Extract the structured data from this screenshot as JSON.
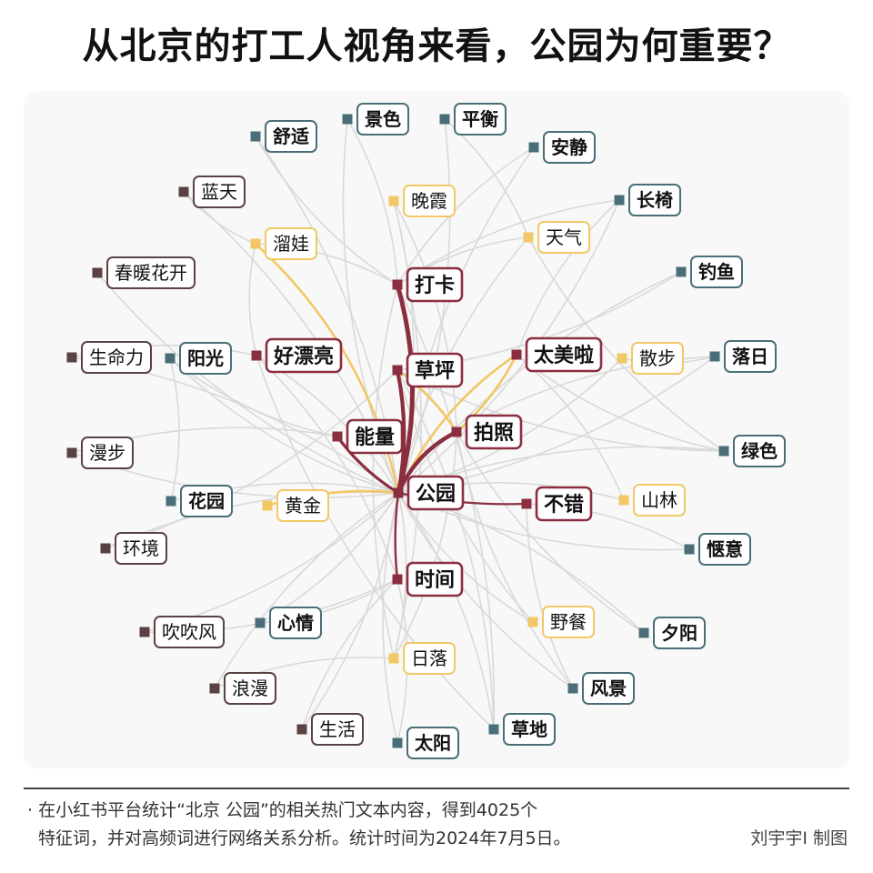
{
  "title": "从北京的打工人视角来看，公园为何重要？",
  "note_line1": "· 在小红书平台统计“北京 公园”的相关热门文本内容，得到4025个",
  "note_line2": "特征词，并对高频词进行网络关系分析。统计时间为2024年7月5日。",
  "credit": "刘宇宇I 制图",
  "colors": {
    "core": "#8b2e3f",
    "yellow": "#f2c866",
    "teal": "#4a6e78",
    "brown": "#5a4242",
    "edge": "#d9d9d9"
  },
  "nodes": [
    {
      "id": "gongyuan",
      "label": "公园",
      "group": "core",
      "center": true
    },
    {
      "id": "daka",
      "label": "打卡",
      "group": "core"
    },
    {
      "id": "caoping",
      "label": "草坪",
      "group": "core"
    },
    {
      "id": "nengliang",
      "label": "能量",
      "group": "core"
    },
    {
      "id": "paizhao",
      "label": "拍照",
      "group": "core"
    },
    {
      "id": "haopiaoliang",
      "label": "好漂亮",
      "group": "core"
    },
    {
      "id": "taimeila",
      "label": "太美啦",
      "group": "core"
    },
    {
      "id": "bucuo",
      "label": "不错",
      "group": "core"
    },
    {
      "id": "shijian",
      "label": "时间",
      "group": "core"
    },
    {
      "id": "wanxia",
      "label": "晚霞",
      "group": "yellow"
    },
    {
      "id": "liuwa",
      "label": "溜娃",
      "group": "yellow"
    },
    {
      "id": "tianqi",
      "label": "天气",
      "group": "yellow"
    },
    {
      "id": "sanbu",
      "label": "散步",
      "group": "yellow"
    },
    {
      "id": "huangjin",
      "label": "黄金",
      "group": "yellow"
    },
    {
      "id": "shanlin",
      "label": "山林",
      "group": "yellow"
    },
    {
      "id": "yecan",
      "label": "野餐",
      "group": "yellow"
    },
    {
      "id": "riluo",
      "label": "日落",
      "group": "yellow"
    },
    {
      "id": "shushi",
      "label": "舒适",
      "group": "teal"
    },
    {
      "id": "jingse",
      "label": "景色",
      "group": "teal"
    },
    {
      "id": "pingheng",
      "label": "平衡",
      "group": "teal"
    },
    {
      "id": "anjing",
      "label": "安静",
      "group": "teal"
    },
    {
      "id": "changyi",
      "label": "长椅",
      "group": "teal"
    },
    {
      "id": "diaoyu",
      "label": "钓鱼",
      "group": "teal"
    },
    {
      "id": "luori",
      "label": "落日",
      "group": "teal"
    },
    {
      "id": "lvse",
      "label": "绿色",
      "group": "teal"
    },
    {
      "id": "qieyi",
      "label": "惬意",
      "group": "teal"
    },
    {
      "id": "xiyang",
      "label": "夕阳",
      "group": "teal"
    },
    {
      "id": "fengjing",
      "label": "风景",
      "group": "teal"
    },
    {
      "id": "caodi",
      "label": "草地",
      "group": "teal"
    },
    {
      "id": "taiyang",
      "label": "太阳",
      "group": "teal"
    },
    {
      "id": "xinqing",
      "label": "心情",
      "group": "teal"
    },
    {
      "id": "huayuan",
      "label": "花园",
      "group": "teal"
    },
    {
      "id": "yangguang",
      "label": "阳光",
      "group": "teal"
    },
    {
      "id": "lantian",
      "label": "蓝天",
      "group": "brown"
    },
    {
      "id": "chunnuanhuakai",
      "label": "春暖花开",
      "group": "brown"
    },
    {
      "id": "shengmingli",
      "label": "生命力",
      "group": "brown"
    },
    {
      "id": "manbu",
      "label": "漫步",
      "group": "brown"
    },
    {
      "id": "huanjing",
      "label": "环境",
      "group": "brown"
    },
    {
      "id": "chuichuifeng",
      "label": "吹吹风",
      "group": "brown"
    },
    {
      "id": "langman",
      "label": "浪漫",
      "group": "brown"
    },
    {
      "id": "shenghuo",
      "label": "生活",
      "group": "brown"
    }
  ],
  "edges_core": [
    [
      "gongyuan",
      "daka"
    ],
    [
      "gongyuan",
      "caoping"
    ],
    [
      "gongyuan",
      "paizhao"
    ],
    [
      "gongyuan",
      "nengliang"
    ],
    [
      "gongyuan",
      "shijian"
    ],
    [
      "gongyuan",
      "bucuo"
    ]
  ],
  "edges_yellow": [
    [
      "gongyuan",
      "liuwa"
    ],
    [
      "gongyuan",
      "taimeila"
    ],
    [
      "gongyuan",
      "huangjin"
    ],
    [
      "paizhao",
      "taimeila"
    ],
    [
      "caoping",
      "paizhao"
    ]
  ],
  "edges_gray": [
    [
      "gongyuan",
      "shushi"
    ],
    [
      "gongyuan",
      "jingse"
    ],
    [
      "gongyuan",
      "pingheng"
    ],
    [
      "gongyuan",
      "anjing"
    ],
    [
      "gongyuan",
      "changyi"
    ],
    [
      "gongyuan",
      "diaoyu"
    ],
    [
      "gongyuan",
      "luori"
    ],
    [
      "gongyuan",
      "lvse"
    ],
    [
      "gongyuan",
      "qieyi"
    ],
    [
      "gongyuan",
      "xiyang"
    ],
    [
      "gongyuan",
      "fengjing"
    ],
    [
      "gongyuan",
      "caodi"
    ],
    [
      "gongyuan",
      "taiyang"
    ],
    [
      "gongyuan",
      "xinqing"
    ],
    [
      "gongyuan",
      "huayuan"
    ],
    [
      "gongyuan",
      "yangguang"
    ],
    [
      "gongyuan",
      "lantian"
    ],
    [
      "gongyuan",
      "chunnuanhuakai"
    ],
    [
      "gongyuan",
      "shengmingli"
    ],
    [
      "gongyuan",
      "manbu"
    ],
    [
      "gongyuan",
      "huanjing"
    ],
    [
      "gongyuan",
      "chuichuifeng"
    ],
    [
      "gongyuan",
      "langman"
    ],
    [
      "gongyuan",
      "shenghuo"
    ],
    [
      "gongyuan",
      "wanxia"
    ],
    [
      "gongyuan",
      "tianqi"
    ],
    [
      "gongyuan",
      "sanbu"
    ],
    [
      "gongyuan",
      "shanlin"
    ],
    [
      "gongyuan",
      "yecan"
    ],
    [
      "gongyuan",
      "riluo"
    ],
    [
      "gongyuan",
      "haopiaoliang"
    ],
    [
      "daka",
      "shushi"
    ],
    [
      "daka",
      "jingse"
    ],
    [
      "daka",
      "changyi"
    ],
    [
      "daka",
      "liuwa"
    ],
    [
      "daka",
      "tianqi"
    ],
    [
      "daka",
      "riluo"
    ],
    [
      "daka",
      "caodi"
    ],
    [
      "caoping",
      "yecan"
    ],
    [
      "caoping",
      "caodi"
    ],
    [
      "caoping",
      "lvse"
    ],
    [
      "caoping",
      "huanjing"
    ],
    [
      "paizhao",
      "wanxia"
    ],
    [
      "paizhao",
      "riluo"
    ],
    [
      "paizhao",
      "xiyang"
    ],
    [
      "paizhao",
      "luori"
    ],
    [
      "paizhao",
      "fengjing"
    ],
    [
      "taimeila",
      "changyi"
    ],
    [
      "taimeila",
      "lvse"
    ],
    [
      "taimeila",
      "shanlin"
    ],
    [
      "haopiaoliang",
      "shengmingli"
    ],
    [
      "haopiaoliang",
      "shijian"
    ],
    [
      "haopiaoliang",
      "caodi"
    ],
    [
      "nengliang",
      "yangguang"
    ],
    [
      "nengliang",
      "manbu"
    ],
    [
      "shijian",
      "taiyang"
    ],
    [
      "shijian",
      "shenghuo"
    ],
    [
      "shijian",
      "xinqing"
    ],
    [
      "bucuo",
      "fengjing"
    ],
    [
      "bucuo",
      "qieyi"
    ],
    [
      "liuwa",
      "haopiaoliang"
    ],
    [
      "wanxia",
      "riluo"
    ],
    [
      "tianqi",
      "lvse"
    ],
    [
      "yangguang",
      "huayuan"
    ],
    [
      "sanbu",
      "luori"
    ],
    [
      "pingheng",
      "tianqi"
    ],
    [
      "anjing",
      "daka"
    ],
    [
      "diaoyu",
      "caoping"
    ],
    [
      "lantian",
      "liuwa"
    ],
    [
      "langman",
      "riluo"
    ],
    [
      "chuichuifeng",
      "shijian"
    ]
  ]
}
